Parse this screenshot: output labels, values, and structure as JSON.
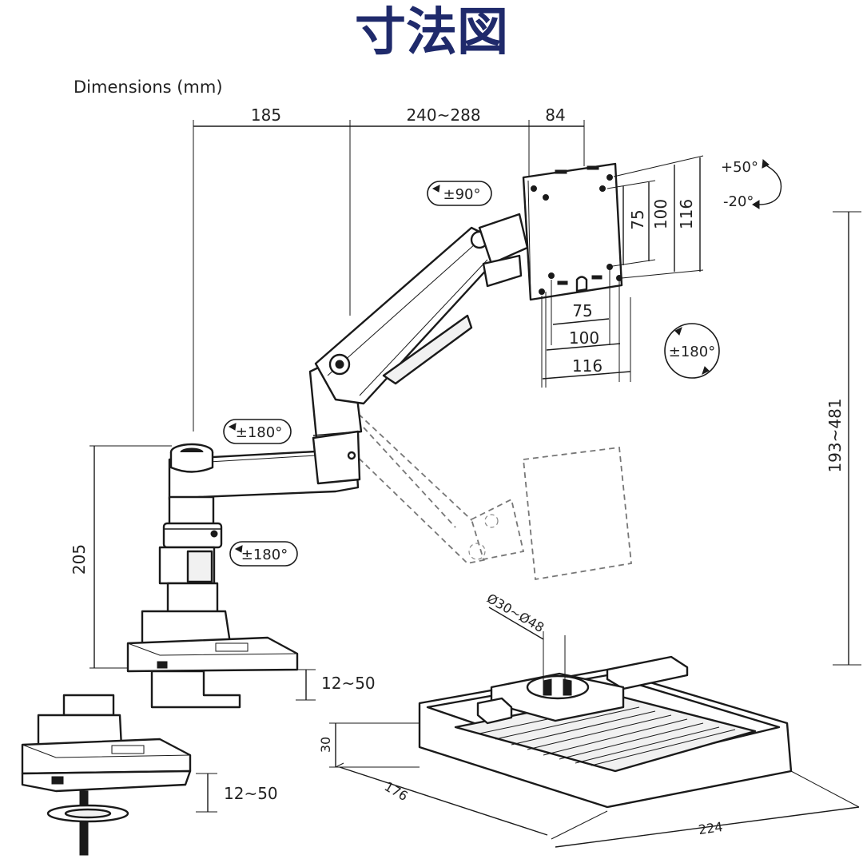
{
  "header": {
    "title": "寸法図",
    "subtitle": "Dimensions (mm)"
  },
  "dimensions": {
    "arm_reach_base": "185",
    "arm_reach_extension": "240~288",
    "plate_offset": "84",
    "vesa_v75": "75",
    "vesa_v100": "100",
    "plate_height": "116",
    "vesa_h75": "75",
    "vesa_h100": "100",
    "plate_width": "116",
    "pole_height": "205",
    "height_range": "193~481",
    "clamp_thickness_1": "12~50",
    "clamp_thickness_2": "12~50",
    "grommet_diameter": "Ø30~Ø48",
    "tray_height": "30",
    "tray_depth": "176",
    "tray_width": "224"
  },
  "rotations": {
    "tilt_up": "+50°",
    "tilt_down": "-20°",
    "monitor_rotate": "±90°",
    "monitor_swivel": "±180°",
    "elbow_swivel": "±180°",
    "base_swivel": "±180°"
  },
  "colors": {
    "title": "#1f2a6b",
    "line": "#1a1a1a"
  }
}
